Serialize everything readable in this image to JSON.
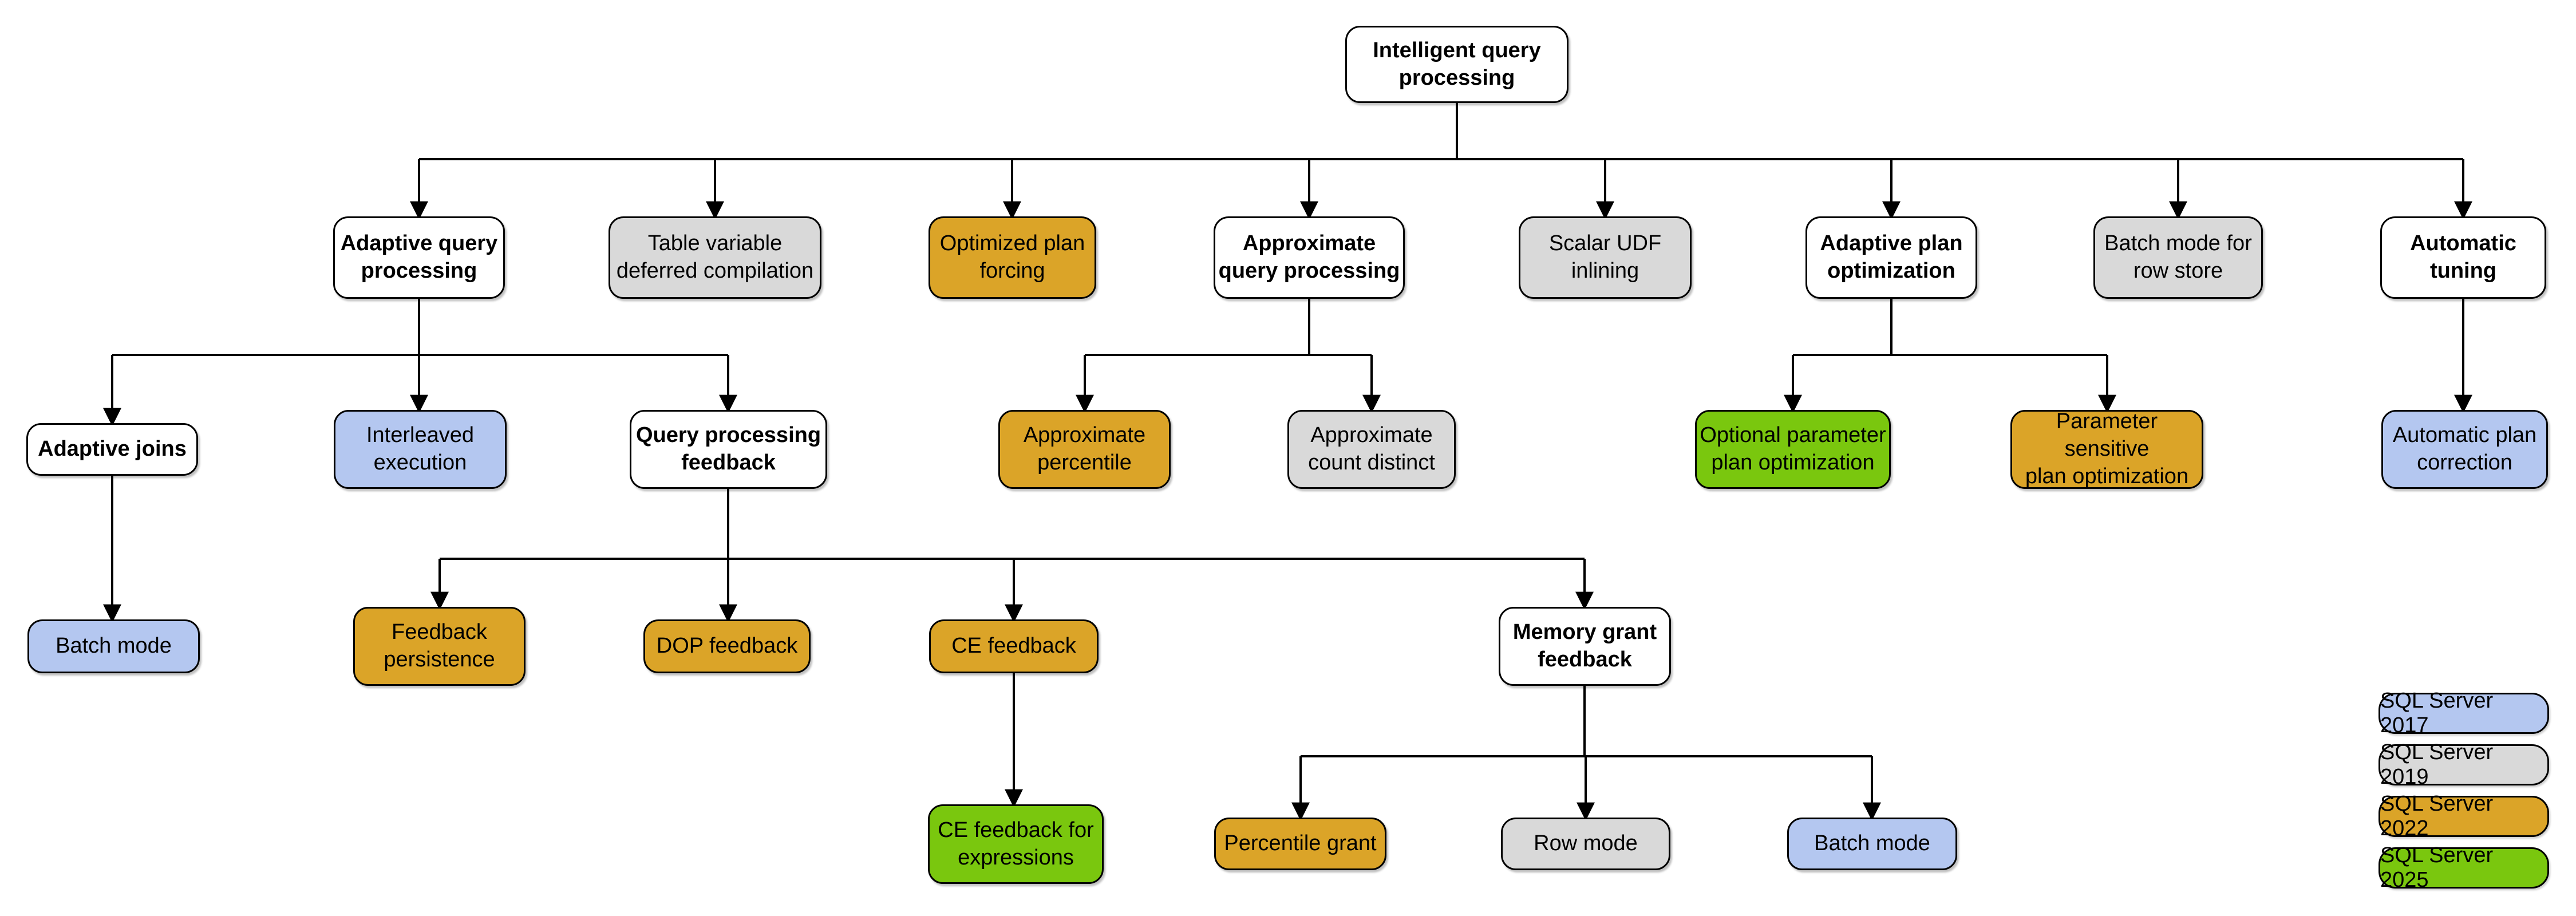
{
  "palette": {
    "white": "#ffffff",
    "gray": "#d9d9d9",
    "gold": "#dba428",
    "blue": "#b4c7f0",
    "green": "#7ac70e"
  },
  "nodes": {
    "root": {
      "label": "Intelligent query\nprocessing",
      "color": "white"
    },
    "aqp": {
      "label": "Adaptive query\nprocessing",
      "color": "white"
    },
    "tvdc": {
      "label": "Table variable\ndeferred compilation",
      "color": "gray"
    },
    "opf": {
      "label": "Optimized plan\nforcing",
      "color": "gold"
    },
    "approxqp": {
      "label": "Approximate\nquery processing",
      "color": "white"
    },
    "sudf": {
      "label": "Scalar UDF\ninlining",
      "color": "gray"
    },
    "apo": {
      "label": "Adaptive plan\noptimization",
      "color": "white"
    },
    "bmrs": {
      "label": "Batch mode for\nrow store",
      "color": "gray"
    },
    "at": {
      "label": "Automatic\ntuning",
      "color": "white"
    },
    "aj": {
      "label": "Adaptive joins",
      "color": "white"
    },
    "ie": {
      "label": "Interleaved\nexecution",
      "color": "blue"
    },
    "qpf": {
      "label": "Query processing\nfeedback",
      "color": "white"
    },
    "ap": {
      "label": "Approximate\npercentile",
      "color": "gold"
    },
    "acd": {
      "label": "Approximate\ncount distinct",
      "color": "gray"
    },
    "oppo": {
      "label": "Optional parameter\nplan optimization",
      "color": "green"
    },
    "pspo": {
      "label": "Parameter sensitive\nplan optimization",
      "color": "gold"
    },
    "apc": {
      "label": "Automatic plan\ncorrection",
      "color": "blue"
    },
    "bm1": {
      "label": "Batch mode",
      "color": "blue"
    },
    "fp": {
      "label": "Feedback\npersistence",
      "color": "gold"
    },
    "dop": {
      "label": "DOP feedback",
      "color": "gold"
    },
    "cef": {
      "label": "CE feedback",
      "color": "gold"
    },
    "mgf": {
      "label": "Memory grant\nfeedback",
      "color": "white"
    },
    "cefe": {
      "label": "CE feedback for\nexpressions",
      "color": "green"
    },
    "pg": {
      "label": "Percentile grant",
      "color": "gold"
    },
    "rm": {
      "label": "Row mode",
      "color": "gray"
    },
    "bm2": {
      "label": "Batch mode",
      "color": "blue"
    }
  },
  "edges": [
    [
      "root",
      "aqp"
    ],
    [
      "root",
      "tvdc"
    ],
    [
      "root",
      "opf"
    ],
    [
      "root",
      "approxqp"
    ],
    [
      "root",
      "sudf"
    ],
    [
      "root",
      "apo"
    ],
    [
      "root",
      "bmrs"
    ],
    [
      "root",
      "at"
    ],
    [
      "aqp",
      "aj"
    ],
    [
      "aqp",
      "ie"
    ],
    [
      "aqp",
      "qpf"
    ],
    [
      "approxqp",
      "ap"
    ],
    [
      "approxqp",
      "acd"
    ],
    [
      "apo",
      "oppo"
    ],
    [
      "apo",
      "pspo"
    ],
    [
      "at",
      "apc"
    ],
    [
      "aj",
      "bm1"
    ],
    [
      "qpf",
      "fp"
    ],
    [
      "qpf",
      "dop"
    ],
    [
      "qpf",
      "cef"
    ],
    [
      "qpf",
      "mgf"
    ],
    [
      "cef",
      "cefe"
    ],
    [
      "mgf",
      "pg"
    ],
    [
      "mgf",
      "rm"
    ],
    [
      "mgf",
      "bm2"
    ]
  ],
  "legend": {
    "items": [
      {
        "label": "SQL Server 2017",
        "color": "blue"
      },
      {
        "label": "SQL Server 2019",
        "color": "gray"
      },
      {
        "label": "SQL Server 2022",
        "color": "gold"
      },
      {
        "label": "SQL Server 2025",
        "color": "green"
      }
    ]
  }
}
